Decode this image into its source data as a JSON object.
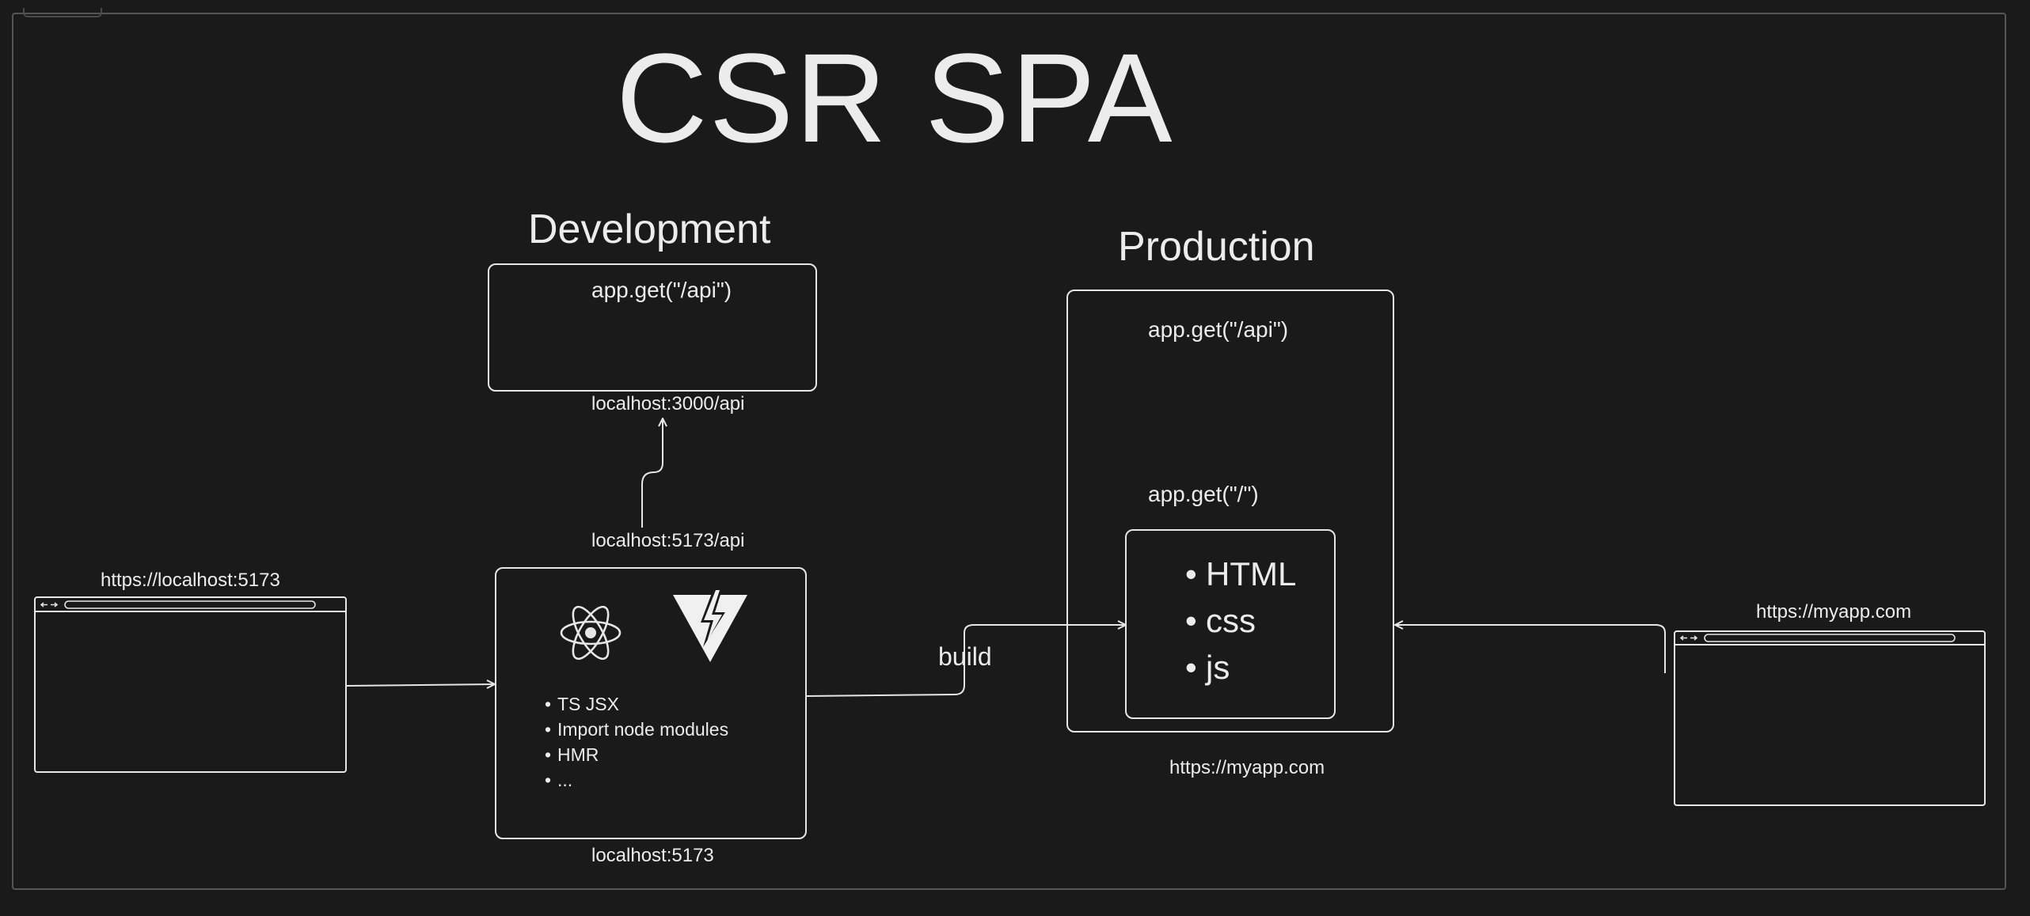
{
  "title": "CSR SPA",
  "development": {
    "heading": "Development",
    "api_code": "app.get(\"/api\")",
    "api_url": "localhost:3000/api",
    "proxy_url": "localhost:5173/api",
    "dev_server_url": "localhost:5173",
    "features": [
      "TS JSX",
      "Import node modules",
      "HMR",
      "..."
    ],
    "icons": [
      "react-icon",
      "vite-icon"
    ]
  },
  "browser_left": {
    "url": "https://localhost:5173"
  },
  "build_label": "build",
  "production": {
    "heading": "Production",
    "api_code": "app.get(\"/api\")",
    "root_code": "app.get(\"/\")",
    "assets": [
      "HTML",
      "css",
      "js"
    ],
    "url": "https://myapp.com"
  },
  "browser_right": {
    "url": "https://myapp.com"
  },
  "colors": {
    "background": "#1a1a1a",
    "stroke": "#e6e6e6",
    "frame": "#555555"
  }
}
